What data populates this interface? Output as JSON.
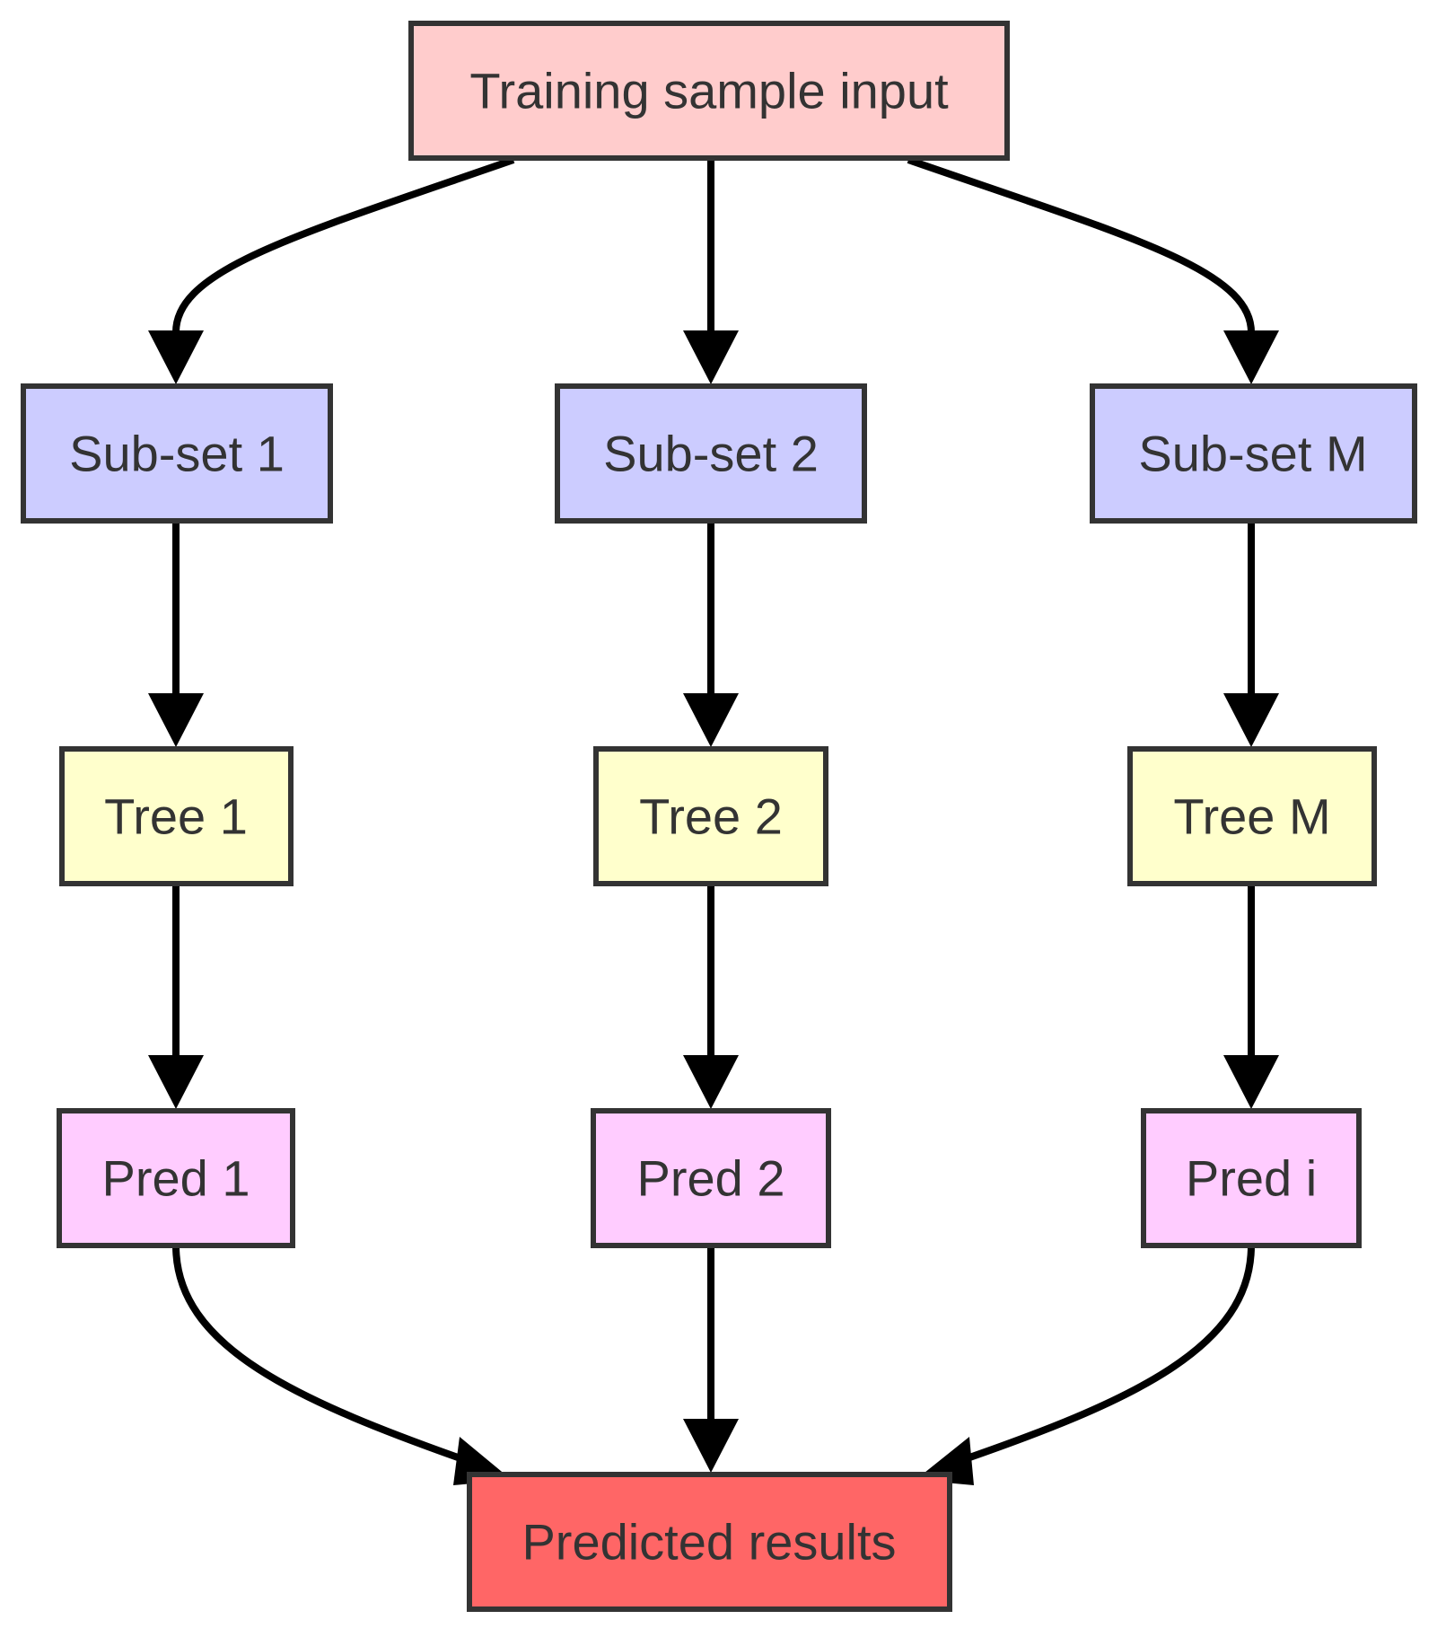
{
  "diagram": {
    "type": "flowchart",
    "nodes": {
      "training_input": {
        "label": "Training sample input",
        "color": "#ffcccc"
      },
      "subset_1": {
        "label": "Sub-set 1",
        "color": "#ccccff"
      },
      "subset_2": {
        "label": "Sub-set 2",
        "color": "#ccccff"
      },
      "subset_m": {
        "label": "Sub-set M",
        "color": "#ccccff"
      },
      "tree_1": {
        "label": "Tree 1",
        "color": "#ffffcc"
      },
      "tree_2": {
        "label": "Tree 2",
        "color": "#ffffcc"
      },
      "tree_m": {
        "label": "Tree M",
        "color": "#ffffcc"
      },
      "pred_1": {
        "label": "Pred 1",
        "color": "#ffccff"
      },
      "pred_2": {
        "label": "Pred 2",
        "color": "#ffccff"
      },
      "pred_i": {
        "label": "Pred i",
        "color": "#ffccff"
      },
      "predicted_results": {
        "label": "Predicted results",
        "color": "#ff6666"
      }
    },
    "edges": [
      {
        "from": "training_input",
        "to": "subset_1"
      },
      {
        "from": "training_input",
        "to": "subset_2"
      },
      {
        "from": "training_input",
        "to": "subset_m"
      },
      {
        "from": "subset_1",
        "to": "tree_1"
      },
      {
        "from": "subset_2",
        "to": "tree_2"
      },
      {
        "from": "subset_m",
        "to": "tree_m"
      },
      {
        "from": "tree_1",
        "to": "pred_1"
      },
      {
        "from": "tree_2",
        "to": "pred_2"
      },
      {
        "from": "tree_m",
        "to": "pred_i"
      },
      {
        "from": "pred_1",
        "to": "predicted_results"
      },
      {
        "from": "pred_2",
        "to": "predicted_results"
      },
      {
        "from": "pred_i",
        "to": "predicted_results"
      }
    ],
    "edge_color": "#000000",
    "border_color": "#333333"
  }
}
